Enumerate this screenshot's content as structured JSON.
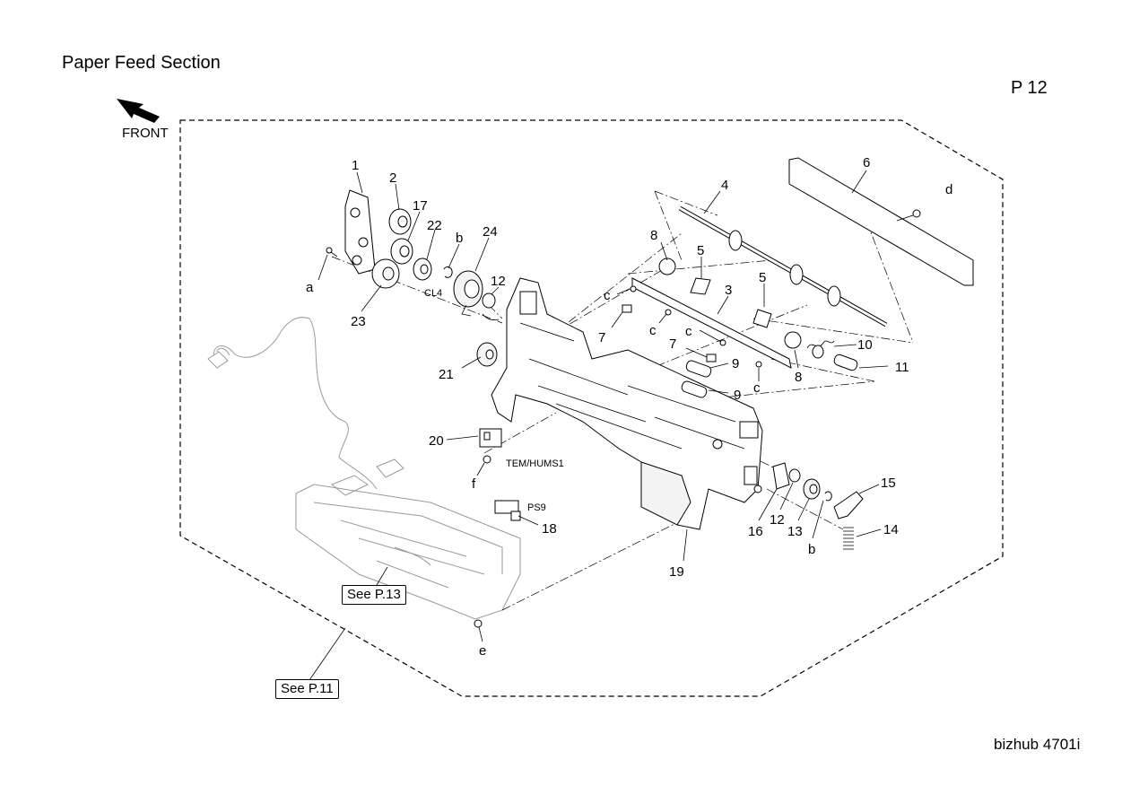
{
  "page": {
    "title": "Paper Feed Section",
    "page_number": "P 12",
    "model": "bizhub 4701i",
    "front_label": "FRONT"
  },
  "references": [
    {
      "id": "p13",
      "text": "See P.13"
    },
    {
      "id": "p11",
      "text": "See P.11"
    }
  ],
  "callouts": {
    "n1": "1",
    "n2": "2",
    "n3": "3",
    "n4": "4",
    "n5a": "5",
    "n5b": "5",
    "n6": "6",
    "n7a": "7",
    "n7b": "7",
    "n8a": "8",
    "n8b": "8",
    "n9a": "9",
    "n9b": "9",
    "n10": "10",
    "n11": "11",
    "n12a": "12",
    "n12b": "12",
    "n13": "13",
    "n14": "14",
    "n15": "15",
    "n16": "16",
    "n17": "17",
    "n18": "18",
    "n19": "19",
    "n20": "20",
    "n21": "21",
    "n22": "22",
    "n23": "23",
    "n24": "24",
    "la": "a",
    "lb1": "b",
    "lb2": "b",
    "lc1": "c",
    "lc2": "c",
    "lc3": "c",
    "lc4": "c",
    "ld": "d",
    "le": "e",
    "lf": "f"
  },
  "sensor_labels": {
    "cl4": "CL4",
    "tem": "TEM/HUMS1",
    "ps9": "PS9"
  }
}
